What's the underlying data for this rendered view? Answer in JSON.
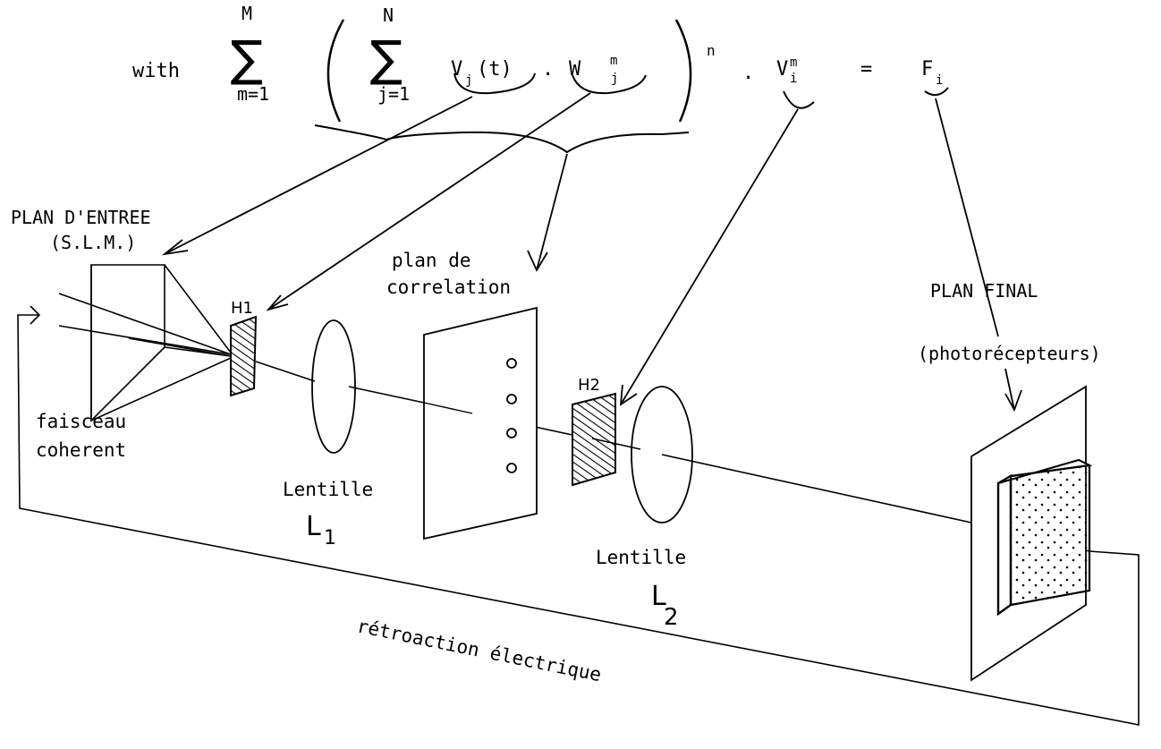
{
  "equation": {
    "prefix": "with",
    "outer_sum": {
      "symbol": "∑",
      "upper": "M",
      "lower": "m=1"
    },
    "inner_sum": {
      "symbol": "∑",
      "upper": "N",
      "lower": "j=1"
    },
    "v_term": {
      "base": "V",
      "sub": "j",
      "arg": "(t)"
    },
    "dot1": ".",
    "w_term": {
      "base": "W",
      "sup": "m",
      "sub": "j"
    },
    "exponent": "n",
    "dot2": ".",
    "vi_term": {
      "base": "V",
      "sup": "m",
      "sub": "i"
    },
    "equals": "=",
    "f_term": {
      "base": "F",
      "sub": "i"
    }
  },
  "labels": {
    "input_plane_line1": "PLAN D'ENTREE",
    "input_plane_line2": "(S.L.M.)",
    "beam_line1": "faisceau",
    "beam_line2": "coherent",
    "h1": "H1",
    "correlation_line1": "plan de",
    "correlation_line2": "correlation",
    "lens1": "Lentille",
    "l1_base": "L",
    "l1_sub": "1",
    "h2": "H2",
    "lens2": "Lentille",
    "l2_base": "L",
    "l2_sub": "2",
    "final_plane": "PLAN FINAL",
    "photoreceptors": "(photorécepteurs)",
    "feedback": "rétroaction électrique"
  }
}
